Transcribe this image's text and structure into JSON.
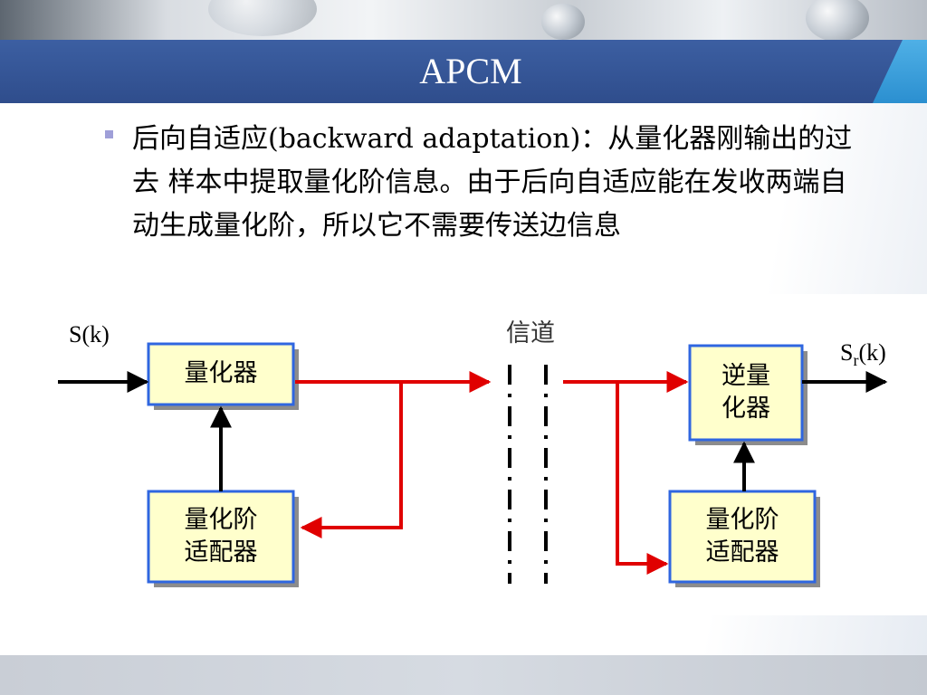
{
  "slide": {
    "title": "APCM",
    "bullet_text": "后向自适应(backward adaptation)：从量化器刚输出的过去 样本中提取量化阶信息。由于后向自适应能在发收两端自 动生成量化阶，所以它不需要传送边信息"
  },
  "diagram": {
    "input_label": "S(k)",
    "output_label_main": "S",
    "output_label_sub": "r",
    "output_label_tail": "(k)",
    "channel_label": "信道",
    "quantizer": "量化器",
    "tx_adapter_line1": "量化阶",
    "tx_adapter_line2": "适配器",
    "dequantizer_line1": "逆量",
    "dequantizer_line2": "化器",
    "rx_adapter_line1": "量化阶",
    "rx_adapter_line2": "适配器"
  },
  "colors": {
    "title_bar": "#2f4d8c",
    "box_fill": "#ffffcc",
    "box_border": "#2f66e0",
    "signal_arrow": "#e00000",
    "control_arrow": "#000000"
  }
}
